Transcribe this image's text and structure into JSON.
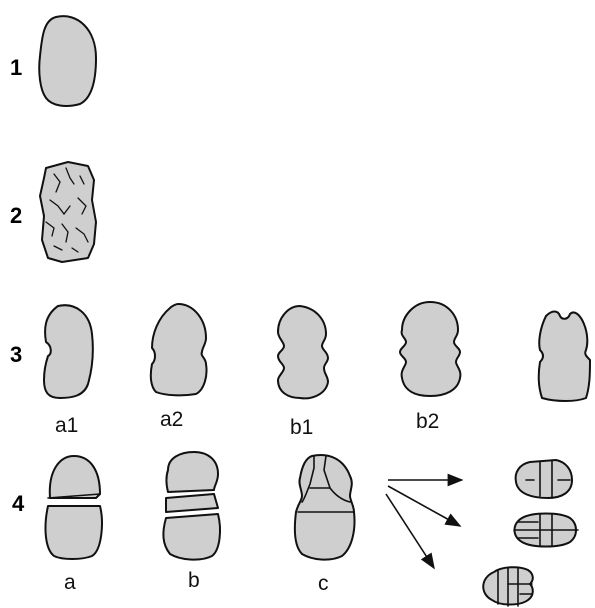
{
  "rows": [
    {
      "num": "1"
    },
    {
      "num": "2"
    },
    {
      "num": "3",
      "labels": [
        "a1",
        "a2",
        "b1",
        "b2"
      ]
    },
    {
      "num": "4",
      "labels": [
        "a",
        "b",
        "c"
      ]
    }
  ],
  "colors": {
    "fill": "#cfcfcf",
    "stroke": "#111111"
  }
}
